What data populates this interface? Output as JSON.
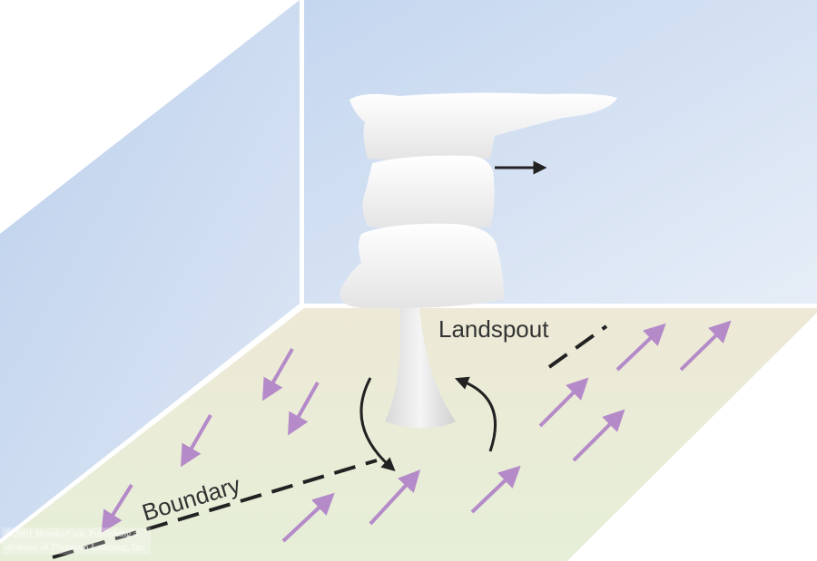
{
  "labels": {
    "landspout": "Landspout",
    "boundary": "Boundary"
  },
  "credit": {
    "line1": "©2001 Brooks/Cole Publishing a",
    "line2": "division of Thomson Learning, Inc."
  },
  "colors": {
    "sky": "#c9daf0",
    "ground": "#eeeedb",
    "wind_arrow": "#b48ac9",
    "boundary_line": "#222222"
  }
}
